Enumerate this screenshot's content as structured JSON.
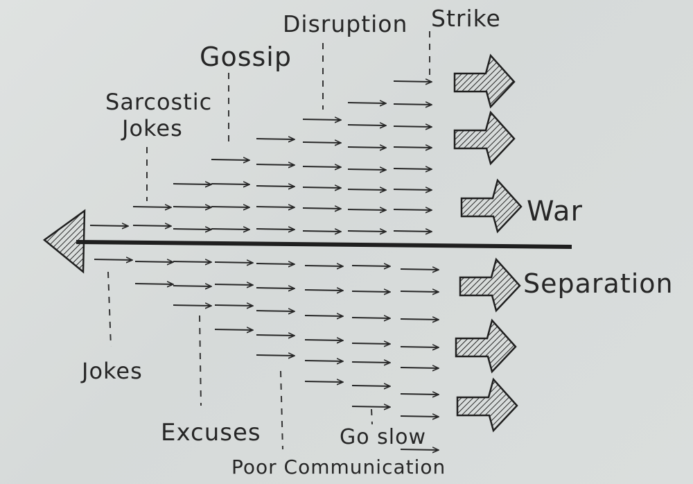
{
  "labels": {
    "disruption": "Disruption",
    "strike": "Strike",
    "gossip": "Gossip",
    "sarcastic_line1": "Sarcostic",
    "sarcastic_line2": "Jokes",
    "war": "War",
    "separation": "Separation",
    "jokes": "Jokes",
    "excuses": "Excuses",
    "go_slow": "Go slow",
    "poor_communication": "Poor Communication"
  },
  "colors": {
    "paper": "#dadedd",
    "ink": "#262626"
  }
}
